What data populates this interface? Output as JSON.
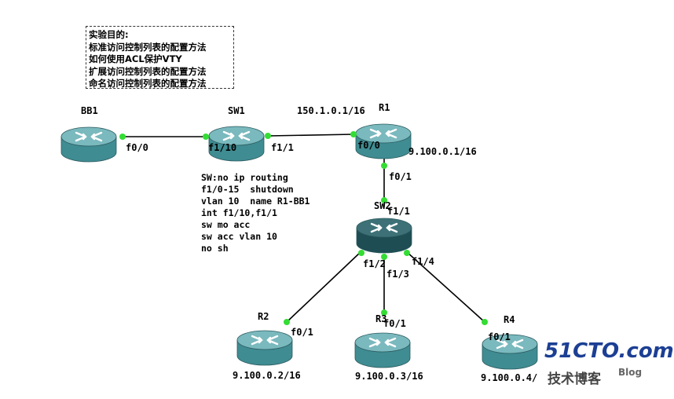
{
  "note": {
    "lines": [
      "实验目的:",
      "标准访问控制列表的配置方法",
      "如何使用ACL保护VTY",
      "扩展访问控制列表的配置方法",
      "命名访问控制列表的配置方法"
    ]
  },
  "config_lines": [
    "SW:no ip routing",
    "f1/0-15  shutdown",
    "vlan 10  name R1-BB1",
    "int f1/10,f1/1",
    "sw mo acc",
    "sw acc vlan 10",
    "no sh"
  ],
  "devices": {
    "bb1": {
      "name": "BB1"
    },
    "sw1": {
      "name": "SW1"
    },
    "r1": {
      "name": "R1",
      "ip_top": "150.1.0.1/16",
      "ip_right": "9.100.0.1/16"
    },
    "sw2": {
      "name": "SW2"
    },
    "r2": {
      "name": "R2",
      "ip": "9.100.0.2/16"
    },
    "r3": {
      "name": "R3",
      "ip": "9.100.0.3/16"
    },
    "r4": {
      "name": "R4",
      "ip": "9.100.0.4/"
    }
  },
  "ports": {
    "bb1_f0_0": "f0/0",
    "sw1_f1_10": "f1/10",
    "sw1_f1_1": "f1/1",
    "r1_f0_0": "f0/0",
    "r1_f0_1": "f0/1",
    "sw2_f1_1": "f1/1",
    "sw2_f1_2": "f1/2",
    "sw2_f1_3": "f1/3",
    "sw2_f1_4": "f1/4",
    "r2_f0_1": "f0/1",
    "r3_f0_1": "f0/1",
    "r4_f0_1": "f0/1"
  },
  "watermark": {
    "site": "51CTO.com",
    "sub": "技术博客",
    "blog": "Blog"
  },
  "colors": {
    "router_body": "#3f8c92",
    "router_top": "#7ab9be",
    "switch_body": "#1e4d53",
    "switch_top": "#3d7177",
    "link_dot": "#33dd33",
    "watermark": "#1c3f94"
  }
}
